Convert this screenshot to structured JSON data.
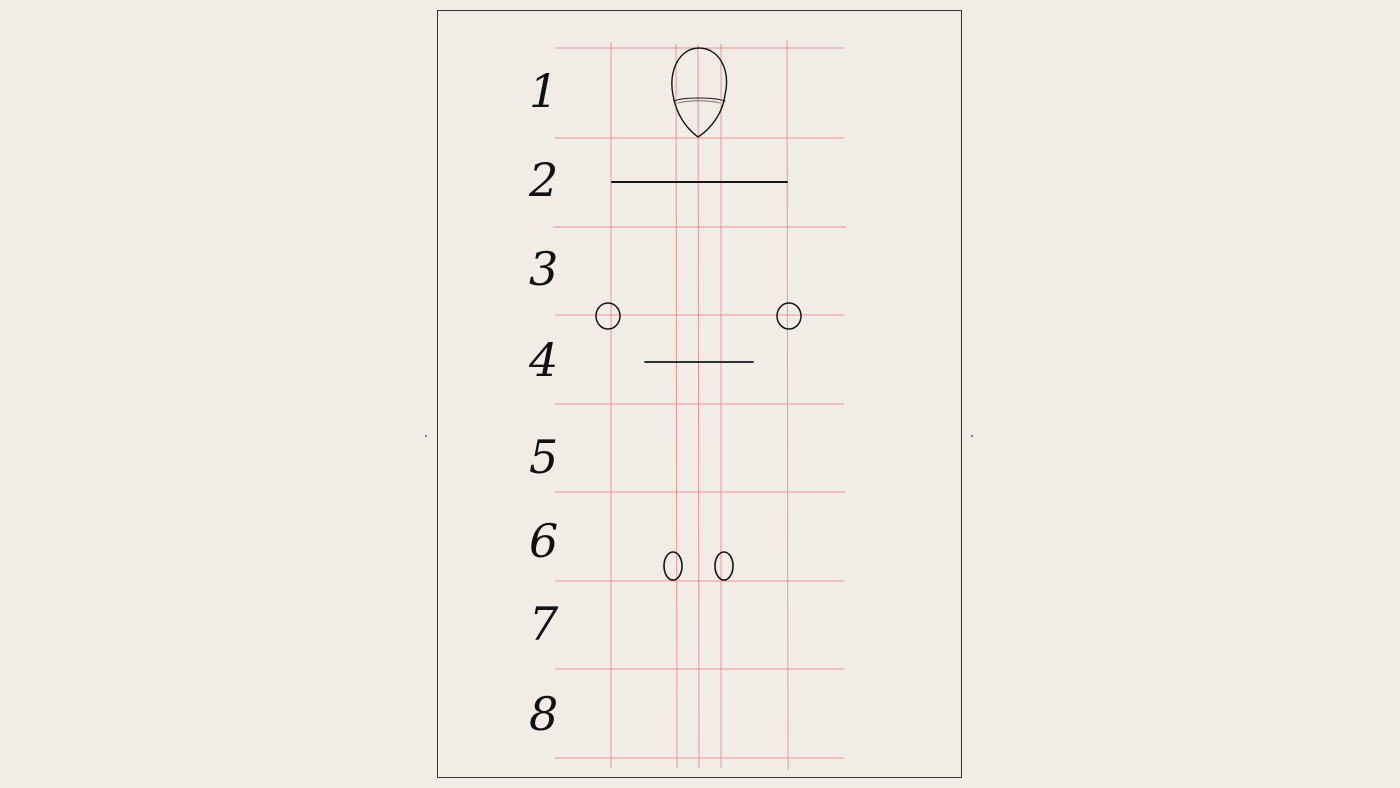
{
  "rows": [
    "1",
    "2",
    "3",
    "4",
    "5",
    "6",
    "7",
    "8"
  ],
  "colors": {
    "background": "#f1ece6",
    "paper": "#f1ece6",
    "grid": "#e8898a",
    "ink": "#151515"
  }
}
